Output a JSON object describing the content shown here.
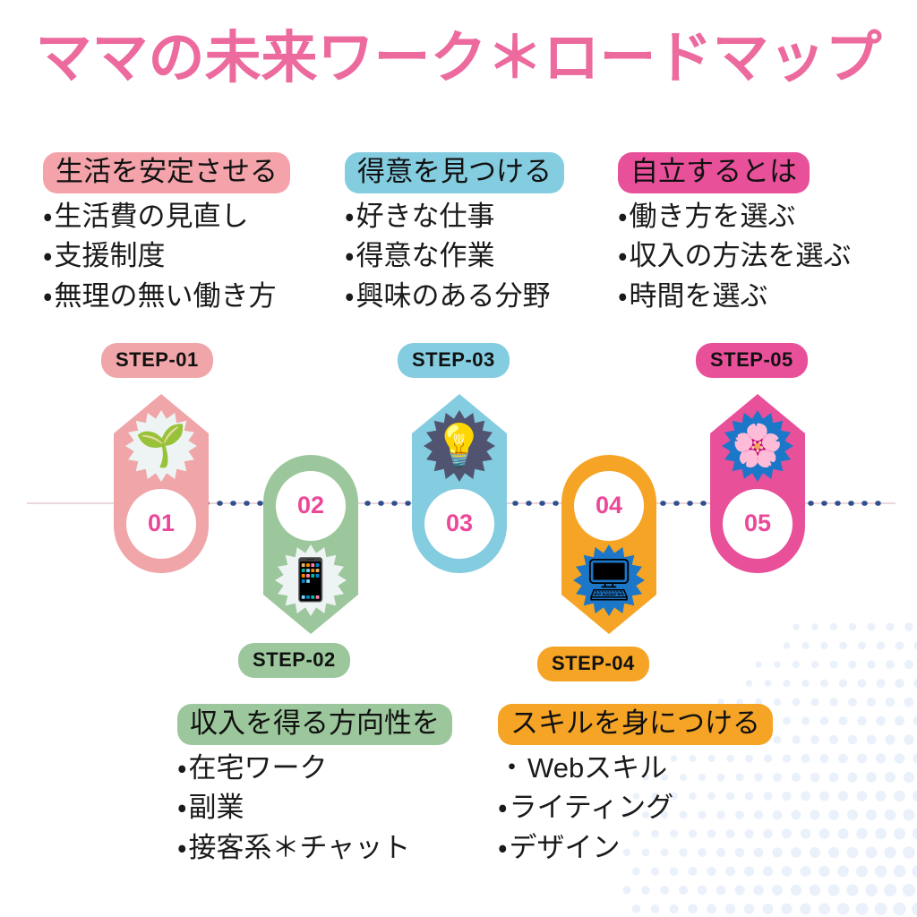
{
  "page": {
    "title": "ママの未来ワーク＊ロードマップ",
    "background": "#ffffff",
    "title_color": "#EC6A9E"
  },
  "colors": {
    "pink_light": "#F4A3AA",
    "blue_light": "#84CCE0",
    "pink_hot": "#E9509A",
    "green": "#9CC79C",
    "orange": "#F5A425",
    "number_pink": "#EC4899",
    "connector": "#2F4F8F",
    "halftone": "#EAF1FB",
    "text": "#1a1a1a"
  },
  "top_blocks": [
    {
      "id": "stability",
      "header": "生活を安定させる",
      "header_color": "#F4A3AA",
      "items": [
        "生活費の見直し",
        "支援制度",
        "無理の無い働き方"
      ]
    },
    {
      "id": "strengths",
      "header": "得意を見つける",
      "header_color": "#84CCE0",
      "items": [
        "好きな仕事",
        "得意な作業",
        "興味のある分野"
      ]
    },
    {
      "id": "independence",
      "header": "自立するとは",
      "header_color": "#E9509A",
      "items": [
        "働き方を選ぶ",
        "収入の方法を選ぶ",
        "時間を選ぶ"
      ]
    }
  ],
  "bottom_blocks": [
    {
      "id": "income-direction",
      "header": "収入を得る方向性を",
      "header_color": "#9CC79C",
      "items": [
        "在宅ワーク",
        "副業",
        "接客系＊チャット"
      ]
    },
    {
      "id": "skills",
      "header": "スキルを身につける",
      "header_color": "#F5A425",
      "items": [
        "Webスキル",
        "ライティング",
        "デザイン"
      ]
    }
  ],
  "steps": [
    {
      "badge": "STEP-01",
      "number": "01",
      "color": "#F0A5A8",
      "orientation": "up",
      "icon": "seedling-icon",
      "icon_glyph": "🌱",
      "burst_color": "#EDF4F3"
    },
    {
      "badge": "STEP-02",
      "number": "02",
      "color": "#9CC79C",
      "orientation": "down",
      "icon": "smartphone-icon",
      "icon_glyph": "📱",
      "burst_color": "#EDF4F3"
    },
    {
      "badge": "STEP-03",
      "number": "03",
      "color": "#84CCE0",
      "orientation": "up",
      "icon": "lightbulb-icon",
      "icon_glyph": "💡",
      "burst_color": "#515470"
    },
    {
      "badge": "STEP-04",
      "number": "04",
      "color": "#F5A425",
      "orientation": "down",
      "icon": "webpage-icon",
      "icon_glyph": "🖥",
      "burst_color": "#1C77C8"
    },
    {
      "badge": "STEP-05",
      "number": "05",
      "color": "#E9509A",
      "orientation": "up",
      "icon": "flower-icon",
      "icon_glyph": "🌸",
      "burst_color": "#1C77C8"
    }
  ],
  "bullet": "・"
}
